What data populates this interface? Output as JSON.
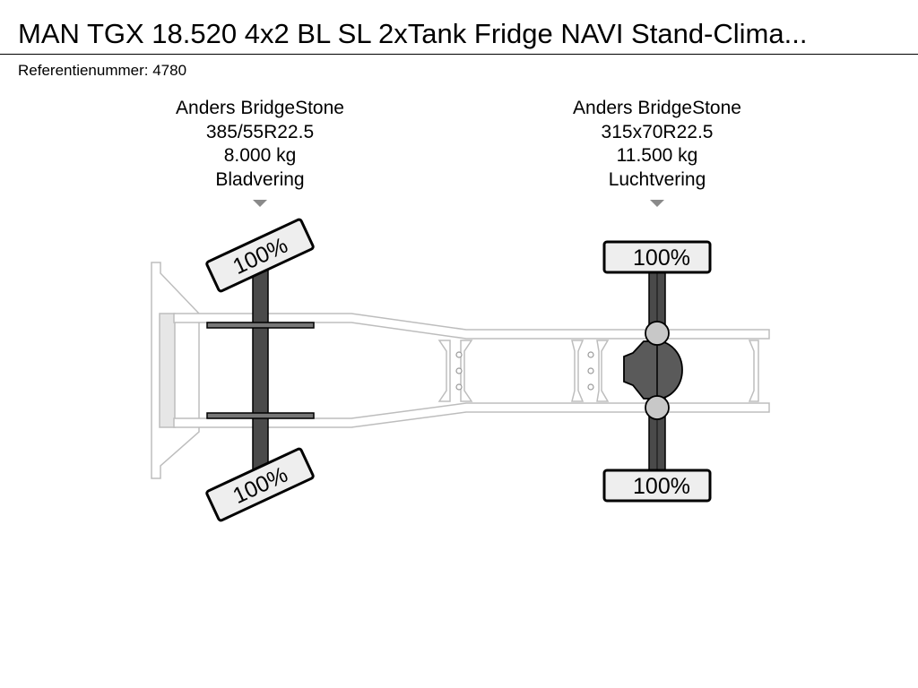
{
  "title": "MAN TGX 18.520 4x2 BL SL 2xTank Fridge NAVI Stand-Clima...",
  "reference": "Referentienummer: 4780",
  "axles": [
    {
      "tire_brand": "Anders BridgeStone",
      "tire_size": "385/55R22.5",
      "load": "8.000 kg",
      "suspension": "Bladvering",
      "tires": [
        {
          "tread": "100%"
        },
        {
          "tread": "100%"
        }
      ]
    },
    {
      "tire_brand": "Anders BridgeStone",
      "tire_size": "315x70R22.5",
      "load": "11.500 kg",
      "suspension": "Luchtvering",
      "tires": [
        {
          "tread": "100%"
        },
        {
          "tread": "100%"
        }
      ]
    }
  ],
  "colors": {
    "frame_fill": "#ffffff",
    "frame_stroke": "#bdbdbd",
    "axle": "#4a4a4a",
    "tire_fill": "#eeeeee",
    "differential": "#5a5a5a",
    "hub": "#c8c8c8",
    "marker": "#8a8a8a"
  }
}
